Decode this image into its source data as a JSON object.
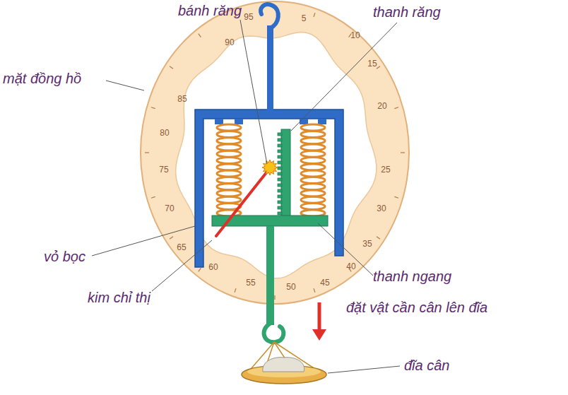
{
  "diagram": {
    "labels": [
      "bánh răng",
      "thanh răng",
      "mặt đồng hồ",
      "vỏ bọc",
      "kim chỉ thị",
      "thanh ngang",
      "đặt vật cần cân lên đĩa",
      "đĩa cân",
      "5",
      "10",
      "15",
      "20",
      "25",
      "30",
      "35",
      "40",
      "45",
      "50",
      "55",
      "60",
      "65",
      "70",
      "75",
      "80",
      "85",
      "90",
      "95"
    ]
  }
}
